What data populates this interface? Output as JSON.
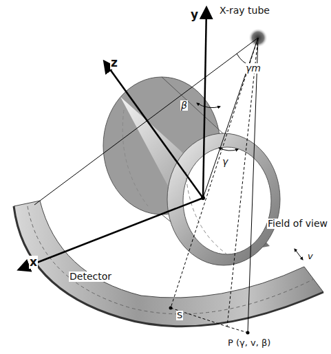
{
  "diagram": {
    "labels": [
      "X-ray tube",
      "y",
      "z",
      "x",
      "γm",
      "β",
      "γ",
      "Field of view",
      "Detector",
      "v",
      "S",
      "P (γ, v, β)"
    ]
  }
}
